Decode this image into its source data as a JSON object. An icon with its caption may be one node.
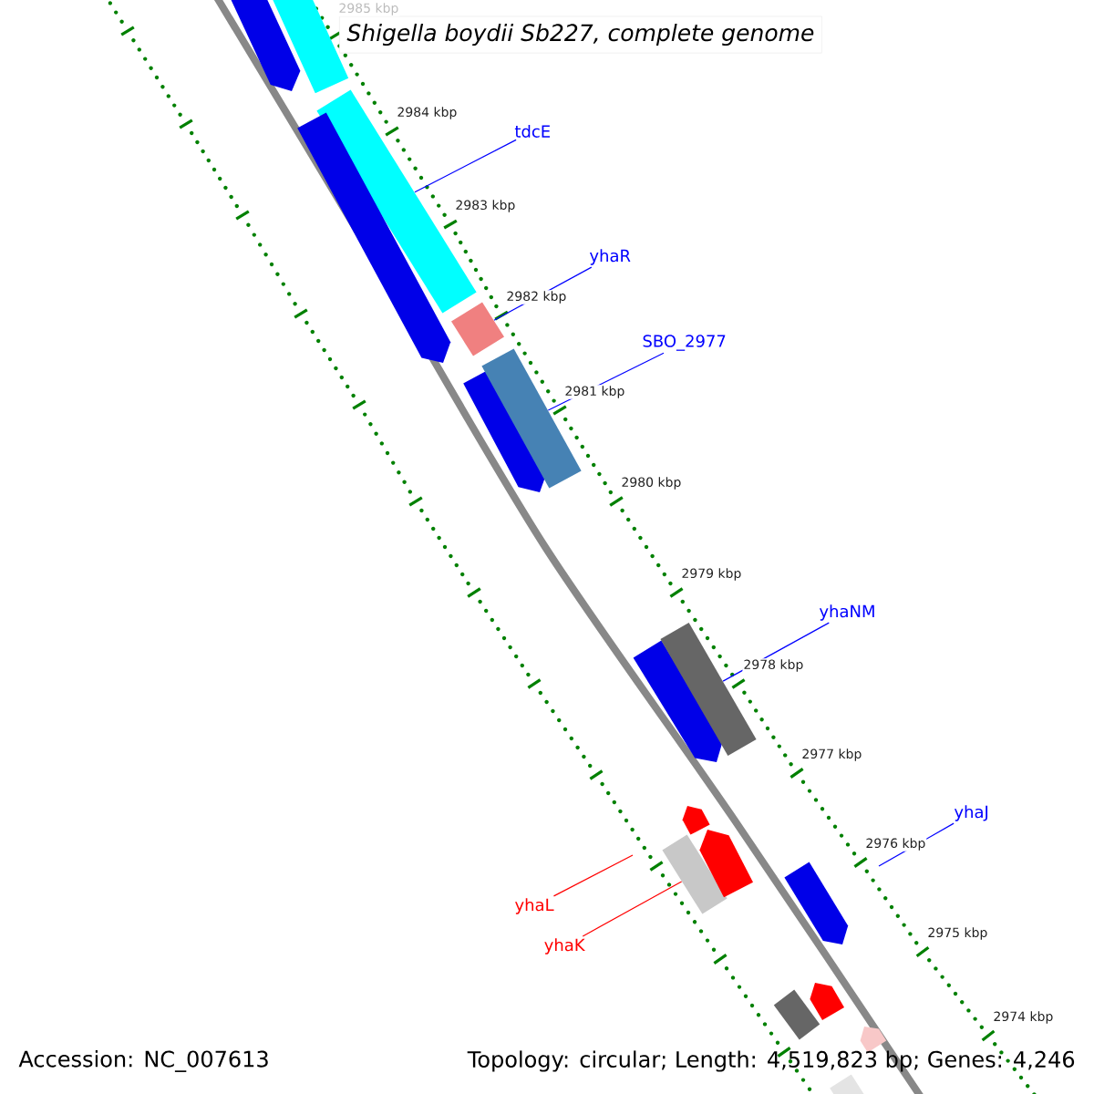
{
  "diagram": {
    "title": "Shigella boydii Sb227, complete genome",
    "nodes": [
      {
        "text": [
          "tdcE"
        ]
      },
      {
        "text": [
          "yhaR"
        ]
      },
      {
        "text": [
          "SBO_2977"
        ]
      },
      {
        "text": [
          "yhaNM"
        ]
      },
      {
        "text": [
          "yhaJ"
        ]
      },
      {
        "text": [
          "yhaL"
        ]
      },
      {
        "text": [
          "yhaK"
        ]
      },
      {
        "text": [],
        "shape": "bar"
      },
      {
        "text": [],
        "shape": "bar"
      },
      {
        "text": [],
        "shape": "bar"
      },
      {
        "text": [],
        "shape": "bar"
      },
      {
        "text": [],
        "shape": "bar"
      },
      {
        "text": [],
        "shape": "bar"
      },
      {
        "text": [],
        "shape": "bar"
      },
      {
        "text": [],
        "shape": "bar"
      },
      {
        "text": [],
        "shape": "bar"
      },
      {
        "text": [],
        "shape": "bar"
      },
      {
        "text": [],
        "shape": "bar"
      },
      {
        "text": [],
        "shape": "bar"
      },
      {
        "text": [],
        "shape": "bar"
      },
      {
        "text": [],
        "shape": "bar"
      },
      {
        "text": [],
        "shape": "bar"
      },
      {
        "text": [],
        "shape": "bar"
      },
      {
        "text": [],
        "shape": "bar"
      }
    ],
    "edges": [
      {
        "from": 0,
        "to": 9,
        "arrow": "none"
      },
      {
        "from": 1,
        "to": 11,
        "arrow": "none"
      },
      {
        "from": 2,
        "to": 13,
        "arrow": "none"
      },
      {
        "from": 3,
        "to": 15,
        "arrow": "none"
      },
      {
        "from": 4,
        "to": null,
        "arrow": "none"
      },
      {
        "from": 5,
        "to": null,
        "arrow": "none",
        "color": "#ff0000"
      },
      {
        "from": 6,
        "to": 17,
        "arrow": "none",
        "color": "#ff0000"
      }
    ],
    "labels": [
      "2985 kbp",
      "2984 kbp",
      "2983 kbp",
      "2982 kbp",
      "2981 kbp",
      "2980 kbp",
      "2979 kbp",
      "2978 kbp",
      "2977 kbp",
      "2976 kbp",
      "2975 kbp",
      "2974 kbp",
      "Accession: NC_007613",
      "Topology: circular; Length: 4,519,823 bp; Genes: 4,246"
    ]
  }
}
